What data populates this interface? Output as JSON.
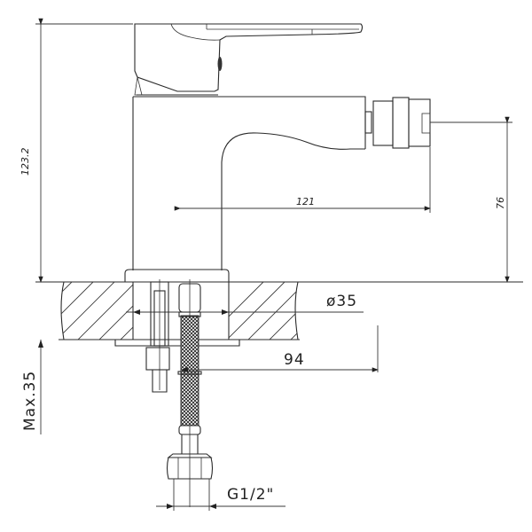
{
  "drawing": {
    "subject": "bidet mixer faucet side view with countertop section",
    "colors": {
      "line": "#2a2a2a",
      "background": "#ffffff"
    }
  },
  "dimensions": {
    "overall_height": "123.2",
    "spout_reach": "121",
    "outlet_height": "76",
    "base_diameter": "ø35",
    "hose_length": "94",
    "max_counter_thickness": "Max.35",
    "thread": "G1/2\""
  }
}
